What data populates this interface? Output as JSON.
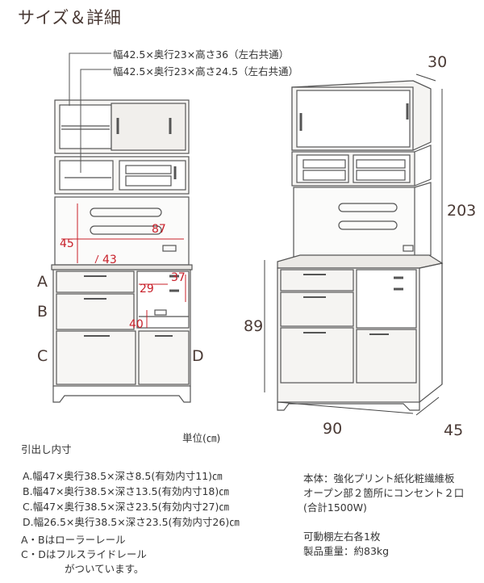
{
  "title": "サイズ＆詳細",
  "top_labels": {
    "upper_cabinet": "幅42.5×奥行23×高さ36（左右共通）",
    "middle_cabinet": "幅42.5×奥行23×高さ24.5（左右共通）"
  },
  "front_dims": {
    "width_open": "87",
    "height_open": "45",
    "depth_open": "43",
    "drawer_depth": "29",
    "drawer_height": "37",
    "bottom_depth": "40"
  },
  "side_dims": {
    "depth": "30",
    "height_total": "203",
    "counter_height": "89",
    "width": "90",
    "depth_base": "45"
  },
  "drawer_letters": [
    "A",
    "B",
    "C",
    "D"
  ],
  "unit": "単位(㎝)",
  "drawer_heading": "引出し内寸",
  "drawer_specs": [
    "A.幅47×奥行38.5×深さ8.5(有効内寸11)㎝",
    "B.幅47×奥行38.5×深さ13.5(有効内寸18)㎝",
    "C.幅47×奥行38.5×深さ23.5(有効内寸27)㎝",
    "D.幅26.5×奥行38.5×深さ23.5(有効内寸26)㎝"
  ],
  "rail_notes": [
    "A・Bはローラーレール",
    "C・Dはフルスライドレール",
    "がついています。"
  ],
  "body_notes": [
    "本体：強化プリント紙化粧繊維板",
    "オープン部２箇所にコンセント２口",
    "(合計1500W)"
  ],
  "shelf_note": "可動棚左右各1枚",
  "weight_note": "製品重量：約83kg"
}
